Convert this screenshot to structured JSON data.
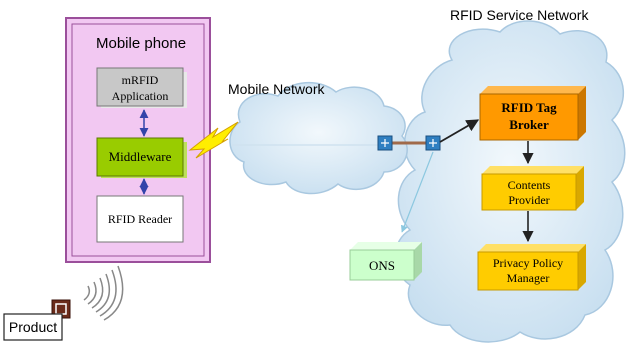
{
  "labels": {
    "mobile_phone": "Mobile phone",
    "mrfid_app_line1": "mRFID",
    "mrfid_app_line2": "Application",
    "middleware": "Middleware",
    "rfid_reader": "RFID Reader",
    "mobile_network": "Mobile Network",
    "rfid_service_network": "RFID Service Network",
    "broker_line1": "RFID Tag",
    "broker_line2": "Broker",
    "contents_line1": "Contents",
    "contents_line2": "Provider",
    "privacy_line1": "Privacy Policy",
    "privacy_line2": "Manager",
    "ons": "ONS",
    "product": "Product"
  },
  "colors": {
    "phone_fill": "#f2c8f2",
    "phone_border": "#9b4f9b",
    "app_fill": "#c8c8c8",
    "middleware_fill": "#99cc00",
    "reader_fill": "#ffffff",
    "broker_fill": "#ff9900",
    "service_box_fill": "#ffcc00",
    "ons_fill": "#ccffcc",
    "cloud_fill": "#d6e8f5",
    "cloud_stroke": "#a9c8e0",
    "arrow_blue": "#3344aa",
    "arrow_dark": "#222222"
  },
  "icons": [
    "lightning-icon",
    "router-icon",
    "rfid-tag-icon",
    "radio-waves-icon"
  ]
}
